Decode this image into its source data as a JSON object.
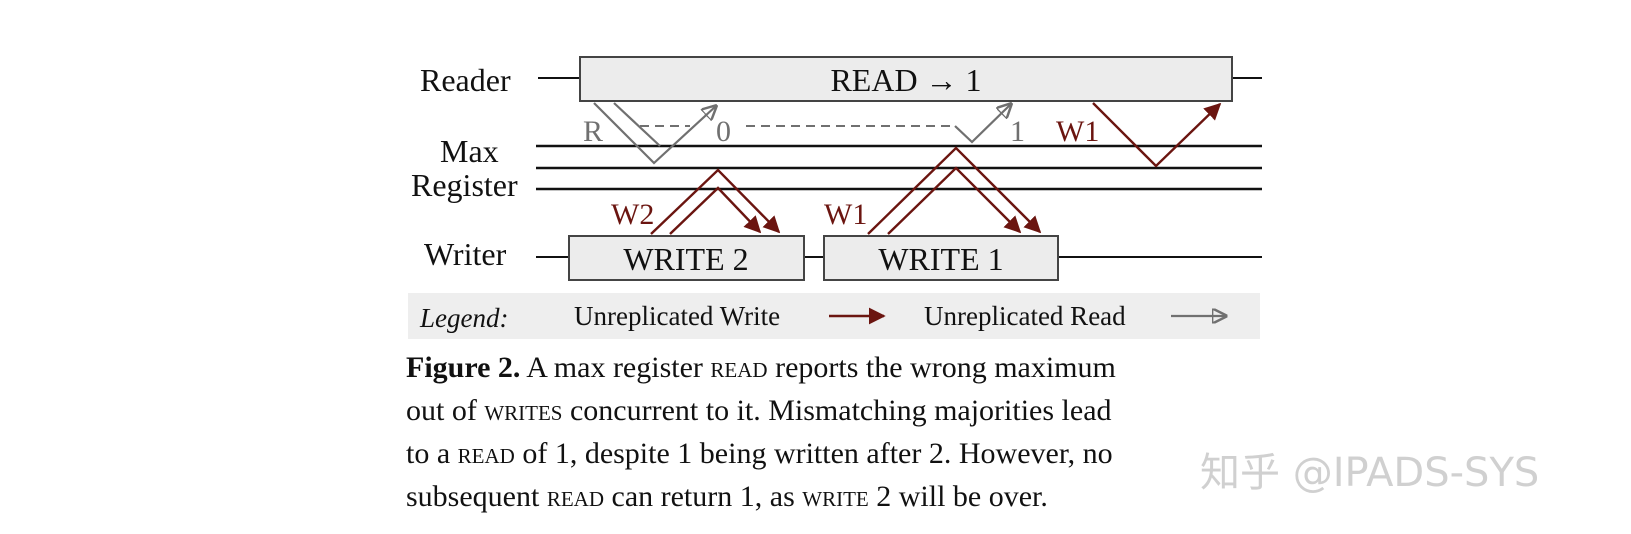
{
  "diagram": {
    "row_labels": {
      "reader": "Reader",
      "max_line1": "Max",
      "max_line2": "Register",
      "writer": "Writer"
    },
    "read_box": "READ → 1",
    "write2_box": "WRITE 2",
    "write1_box": "WRITE 1",
    "annotations": {
      "r": "R",
      "zero": "0",
      "one": "1",
      "w1_top": "W1",
      "w2": "W2",
      "w1_bottom": "W1"
    },
    "legend": {
      "title": "Legend:",
      "write_label": "Unreplicated Write",
      "read_label": "Unreplicated Read"
    },
    "colors": {
      "write_arrow": "#6b1510",
      "read_arrow": "#707070",
      "box_fill": "#ececec",
      "legend_bg": "#eeeeee"
    }
  },
  "caption": {
    "figure_label": "Figure 2.",
    "l1_a": " A max register ",
    "l1_sc": "read",
    "l1_b": " reports the wrong maximum",
    "l2_a": "out of ",
    "l2_sc": "writes",
    "l2_b": " concurrent to it. Mismatching majorities lead",
    "l3_a": "to a ",
    "l3_sc": "read",
    "l3_b": " of 1, despite 1 being written after 2. However, no",
    "l4_a": "subsequent ",
    "l4_sc": "read",
    "l4_b": " can return 1, as ",
    "l4_sc2": "write",
    "l4_c": " 2 will be over."
  },
  "watermark": "知乎 @IPADS-SYS"
}
